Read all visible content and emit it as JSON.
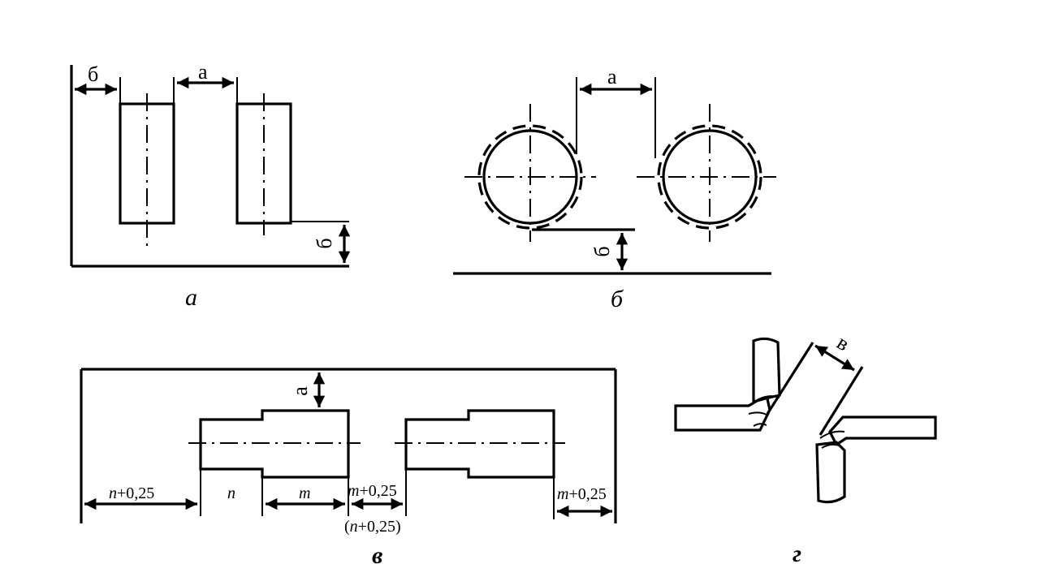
{
  "panel_a": {
    "caption": "а",
    "label_b_top": "б",
    "label_a_top": "а",
    "label_b_side": "б"
  },
  "panel_b": {
    "caption": "б",
    "label_a_top": "а",
    "label_b_side": "б"
  },
  "panel_v": {
    "caption": "в",
    "label_a": "а",
    "label_left_var": "n",
    "label_left_rest": "+0,25",
    "label_n": "n",
    "label_m": "m",
    "label_mid_var": "m",
    "label_mid_rest": "+0,25",
    "label_mid_alt_open": "(",
    "label_mid_alt_var": "n",
    "label_mid_alt_rest": "+0,25)",
    "label_right_var": "m",
    "label_right_rest": "+0,25"
  },
  "panel_g": {
    "caption": "г",
    "label_v": "в"
  }
}
